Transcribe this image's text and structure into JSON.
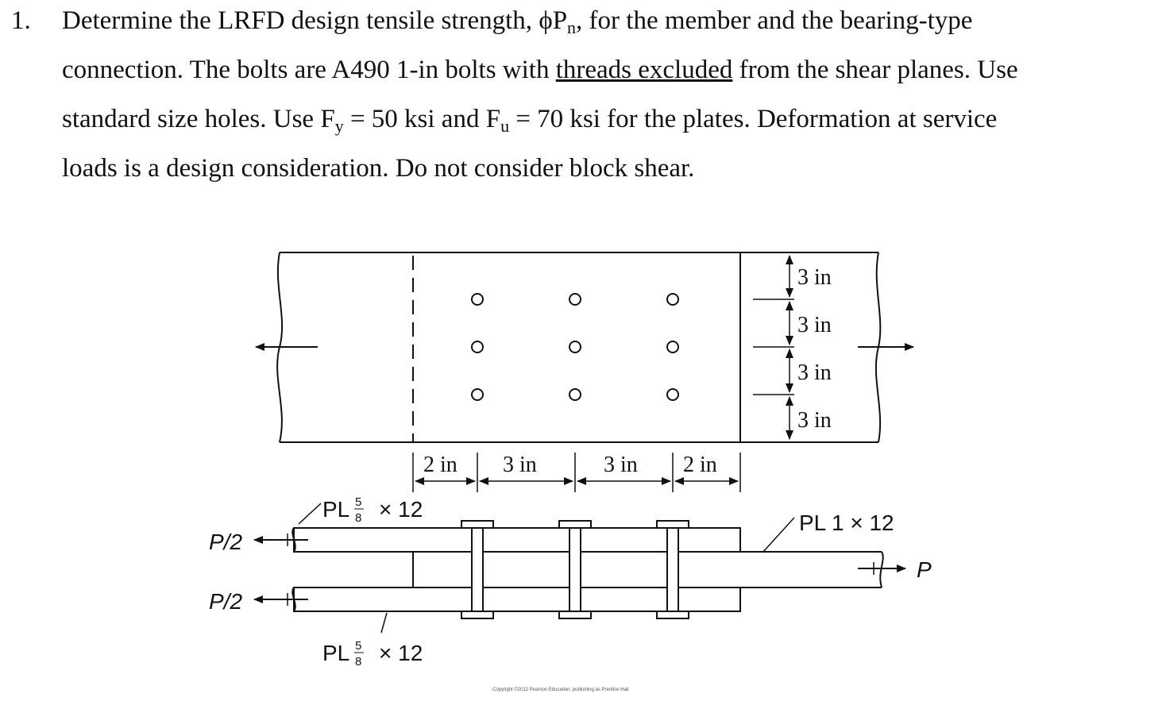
{
  "problem": {
    "number": "1.",
    "line1_a": "Determine the LRFD design tensile strength, ",
    "phi_symbol": "ϕ",
    "P_letter": "P",
    "n_sub": "n",
    "line1_b": ", for the member and the bearing-type",
    "line2_a": "connection. The bolts are A490 1-in bolts with ",
    "line2_underlined": "threads excluded",
    "line2_b": " from the shear planes. Use",
    "line3_a": "standard size holes. Use F",
    "y_sub": "y",
    "line3_b": " = 50 ksi and F",
    "u_sub": "u",
    "line3_c": " = 70 ksi for the plates. Deformation at service",
    "line4": "loads is a design consideration. Do not consider block shear."
  },
  "diagram": {
    "vertical_dims": [
      "3 in",
      "3 in",
      "3 in",
      "3 in"
    ],
    "horizontal_dims": [
      "2 in",
      "3 in",
      "3 in",
      "2 in"
    ],
    "top_splice_label": {
      "prefix": "PL",
      "num": "5",
      "den": "8",
      "suffix": "× 12"
    },
    "bottom_splice_label": {
      "prefix": "PL",
      "num": "5",
      "den": "8",
      "suffix": "× 12"
    },
    "main_plate_label": "PL 1 × 12",
    "load_top": "P/2",
    "load_bottom": "P/2",
    "load_main": "P",
    "copyright": "Copyright ©2012 Pearson Education, publishing as Prentice Hall"
  }
}
